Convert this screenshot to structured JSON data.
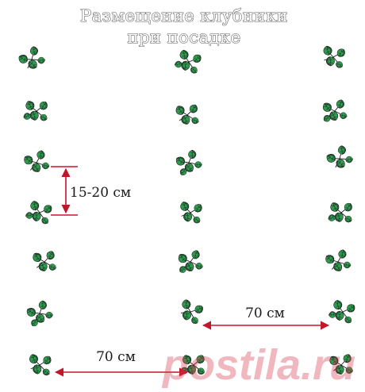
{
  "title": {
    "line1": "Размещение клубники",
    "line2": "при посадке"
  },
  "dimensions": {
    "in_row_spacing": "15-20 см",
    "row_spacing_upper": "70 см",
    "row_spacing_lower": "70 см"
  },
  "watermark": "postila.ru",
  "colors": {
    "leaf_fill": "#2e9a4e",
    "leaf_outline": "#1f1f1f",
    "arrow": "#c4162b",
    "text": "#1a1a1a"
  },
  "plant_rows": [
    {
      "name": "left-row",
      "plant_count": 7
    },
    {
      "name": "middle-row",
      "plant_count": 7
    },
    {
      "name": "right-row",
      "plant_count": 7
    }
  ]
}
